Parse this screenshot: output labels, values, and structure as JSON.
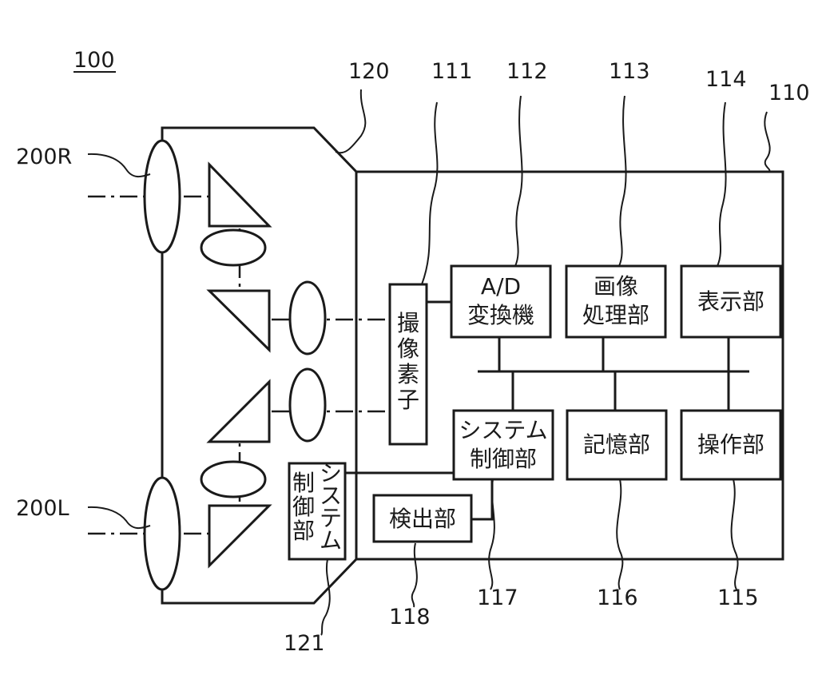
{
  "labels": {
    "device": "100",
    "lens_right": "200R",
    "lens_left": "200L",
    "optics_unit": "120",
    "body_unit": "110",
    "sensor": "111",
    "adc": "112",
    "image_proc": "113",
    "display": "114",
    "operation": "115",
    "memory": "116",
    "sys_ctrl": "117",
    "detector": "118",
    "lens_ctrl": "121"
  },
  "blocks": {
    "sensor": [
      "撮",
      "像",
      "素",
      "子"
    ],
    "adc": [
      "A/D",
      "変換機"
    ],
    "image_proc": [
      "画像",
      "処理部"
    ],
    "display": "表示部",
    "sys_ctrl": [
      "システム",
      "制御部"
    ],
    "memory": "記憶部",
    "operation": "操作部",
    "detector": "検出部",
    "lens_ctrl_left": [
      "制",
      "御",
      "部"
    ],
    "lens_ctrl_right": [
      "シ",
      "ス",
      "テ",
      "ム"
    ]
  }
}
